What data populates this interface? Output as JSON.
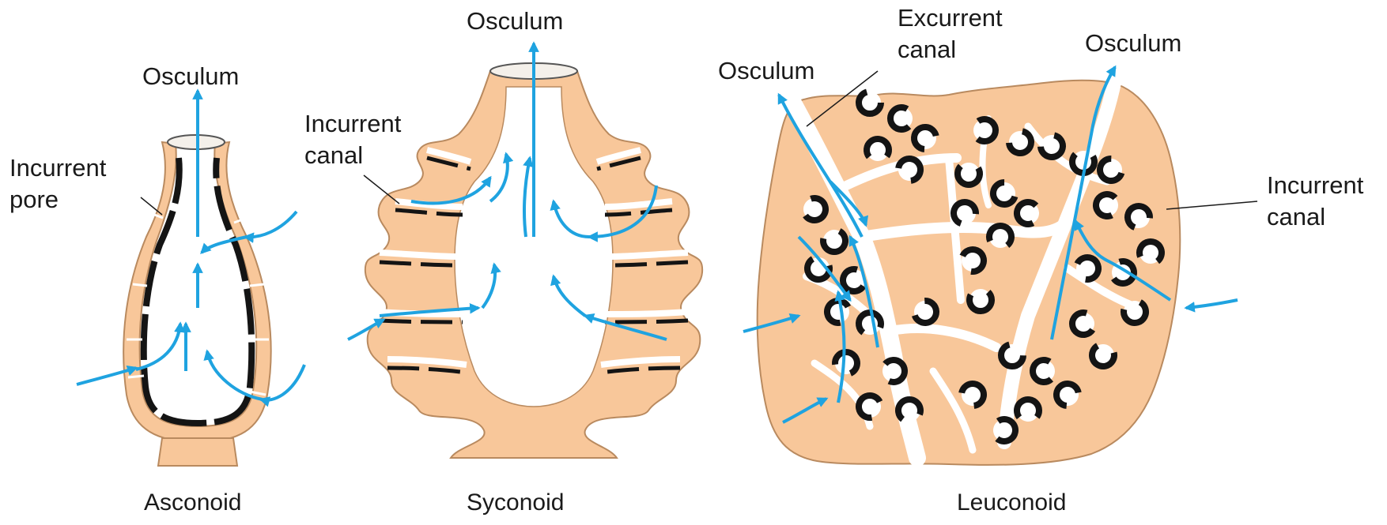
{
  "colors": {
    "tissue": "#f8c79a",
    "tissue_edge": "#b98a5f",
    "choanocyte": "#141414",
    "flow_arrow": "#1fa3e0",
    "pointer": "#1a1a1a",
    "text": "#1a1a1a"
  },
  "asconoid": {
    "osculum_label": "Osculum",
    "incurrent_label_line1": "Incurrent",
    "incurrent_label_line2": "pore",
    "caption": "Asconoid"
  },
  "syconoid": {
    "osculum_label": "Osculum",
    "incurrent_label_line1": "Incurrent",
    "incurrent_label_line2": "canal",
    "caption": "Syconoid"
  },
  "leuconoid": {
    "osculum_left_label": "Osculum",
    "osculum_right_label": "Osculum",
    "excurrent_label_line1": "Excurrent",
    "excurrent_label_line2": "canal",
    "incurrent_label_line1": "Incurrent",
    "incurrent_label_line2": "canal",
    "caption": "Leuconoid"
  }
}
